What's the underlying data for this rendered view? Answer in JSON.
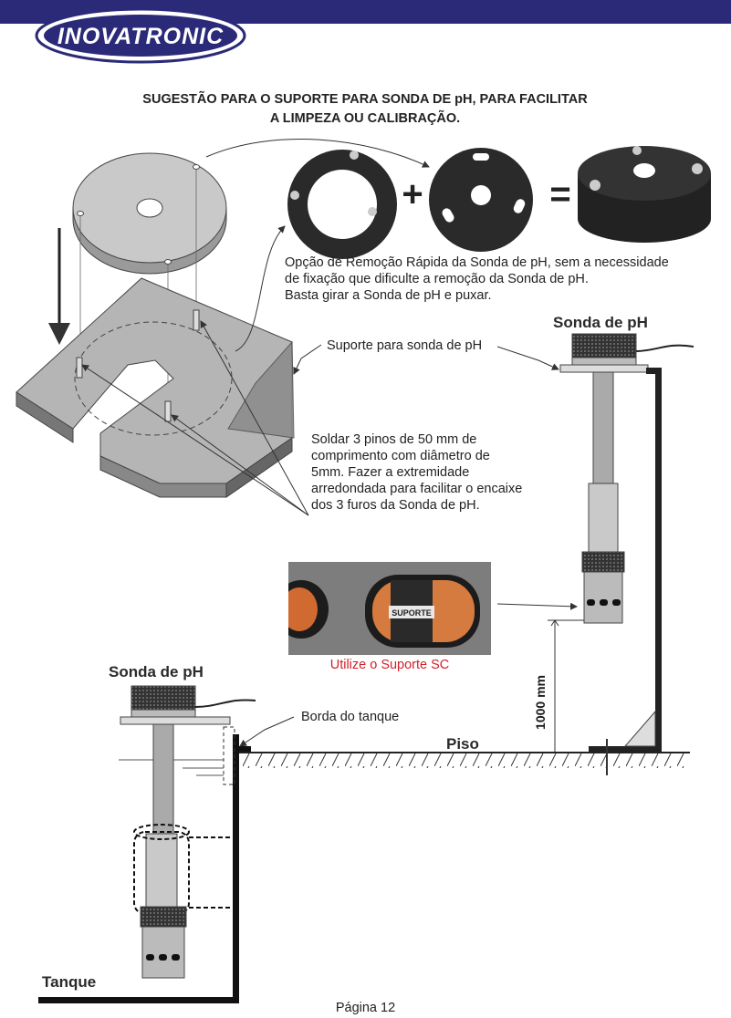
{
  "brand": {
    "name": "INOVATRONIC",
    "colors": {
      "bar": "#2b2a78",
      "logo_blue": "#2b2a78",
      "highlight": "#d0202a"
    }
  },
  "title": {
    "line1": "SUGESTÃO PARA O SUPORTE PARA SONDA DE pH, PARA FACILITAR",
    "line2": "A LIMPEZA OU CALIBRAÇÃO."
  },
  "assembly": {
    "plus": "+",
    "equals": "="
  },
  "notes": {
    "quick_removal": {
      "line1": "Opção de Remoção Rápida da Sonda de pH, sem a necessidade",
      "line2": "de fixação que dificulte a remoção da Sonda de pH.",
      "line3": "Basta girar a Sonda de pH e puxar."
    },
    "support_label": "Suporte para  sonda de pH",
    "pins": {
      "line1": "Soldar 3 pinos de 50 mm de",
      "line2": "comprimento com diâmetro de",
      "line3": "5mm. Fazer a extremidade",
      "line4": "arredondada para facilitar o encaixe",
      "line5": "dos 3 furos da Sonda de pH."
    }
  },
  "photo": {
    "sticker": "SUPORTE",
    "caption": "Utilize o Suporte SC"
  },
  "installation": {
    "probe_right": "Sonda de pH",
    "probe_left": "Sonda de pH",
    "tank_edge": "Borda do tanque",
    "floor": "Piso",
    "distance": "1000 mm",
    "tank": "Tanque"
  },
  "footer": {
    "page": "Página 12"
  }
}
